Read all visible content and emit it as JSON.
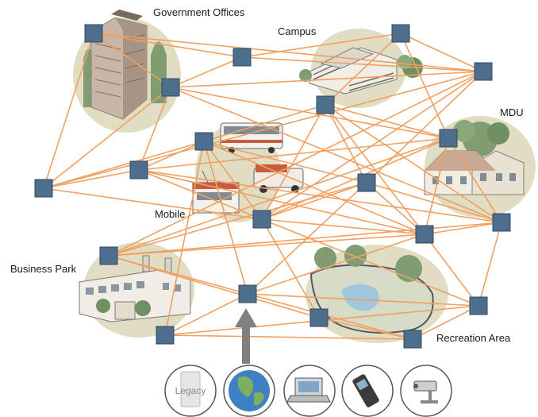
{
  "labels": {
    "government": "Government Offices",
    "campus": "Campus",
    "mdu": "MDU",
    "mobile": "Mobile",
    "business_park": "Business Park",
    "recreation": "Recreation Area"
  },
  "devices": {
    "legacy_caption": "Legacy",
    "items": [
      "legacy-terminal",
      "globe-internet",
      "laptop",
      "mobile-phone",
      "security-camera"
    ]
  },
  "colors": {
    "link": "#f0a060",
    "node_fill": "#4d6e8c",
    "node_stroke": "#2f4a63",
    "zone_fill": "#dcd9bd",
    "arrow": "#808080",
    "building_brick": "#c9b8aa",
    "tree_green": "#6a8f5e",
    "water": "#9fc7dd"
  },
  "network": {
    "nodes": [
      "n1",
      "n2",
      "n3",
      "n4",
      "n5",
      "n6",
      "n7",
      "n8",
      "n9",
      "n10",
      "n11",
      "n12",
      "n13",
      "n14",
      "n15",
      "n16",
      "n17",
      "n18",
      "n19",
      "n20"
    ],
    "links": [
      [
        "n1",
        "n2"
      ],
      [
        "n1",
        "n3"
      ],
      [
        "n1",
        "n5"
      ],
      [
        "n1",
        "n6"
      ],
      [
        "n2",
        "n4"
      ],
      [
        "n2",
        "n3"
      ],
      [
        "n2",
        "n5"
      ],
      [
        "n3",
        "n5"
      ],
      [
        "n3",
        "n6"
      ],
      [
        "n3",
        "n7"
      ],
      [
        "n3",
        "n13"
      ],
      [
        "n3",
        "n10"
      ],
      [
        "n4",
        "n5"
      ],
      [
        "n4",
        "n9"
      ],
      [
        "n4",
        "n10"
      ],
      [
        "n5",
        "n6"
      ],
      [
        "n5",
        "n12"
      ],
      [
        "n5",
        "n15"
      ],
      [
        "n5",
        "n11"
      ],
      [
        "n6",
        "n7"
      ],
      [
        "n6",
        "n11"
      ],
      [
        "n6",
        "n8"
      ],
      [
        "n7",
        "n8"
      ],
      [
        "n7",
        "n11"
      ],
      [
        "n7",
        "n13"
      ],
      [
        "n7",
        "n14"
      ],
      [
        "n7",
        "n10"
      ],
      [
        "n8",
        "n11"
      ],
      [
        "n8",
        "n12"
      ],
      [
        "n8",
        "n14"
      ],
      [
        "n8",
        "n9"
      ],
      [
        "n8",
        "n16"
      ],
      [
        "n8",
        "n17"
      ],
      [
        "n9",
        "n10"
      ],
      [
        "n9",
        "n11"
      ],
      [
        "n9",
        "n12"
      ],
      [
        "n9",
        "n14"
      ],
      [
        "n9",
        "n13"
      ],
      [
        "n10",
        "n11"
      ],
      [
        "n10",
        "n13"
      ],
      [
        "n10",
        "n14"
      ],
      [
        "n10",
        "n15"
      ],
      [
        "n11",
        "n12"
      ],
      [
        "n11",
        "n14"
      ],
      [
        "n11",
        "n19"
      ],
      [
        "n11",
        "n18"
      ],
      [
        "n12",
        "n13"
      ],
      [
        "n12",
        "n14"
      ],
      [
        "n12",
        "n15"
      ],
      [
        "n12",
        "n16"
      ],
      [
        "n13",
        "n14"
      ],
      [
        "n13",
        "n15"
      ],
      [
        "n13",
        "n19"
      ],
      [
        "n14",
        "n15"
      ],
      [
        "n14",
        "n16"
      ],
      [
        "n14",
        "n19"
      ],
      [
        "n15",
        "n16"
      ],
      [
        "n15",
        "n18"
      ],
      [
        "n16",
        "n17"
      ],
      [
        "n16",
        "n19"
      ],
      [
        "n16",
        "n20"
      ],
      [
        "n17",
        "n19"
      ],
      [
        "n17",
        "n20"
      ],
      [
        "n18",
        "n20"
      ],
      [
        "n19",
        "n20"
      ]
    ]
  }
}
